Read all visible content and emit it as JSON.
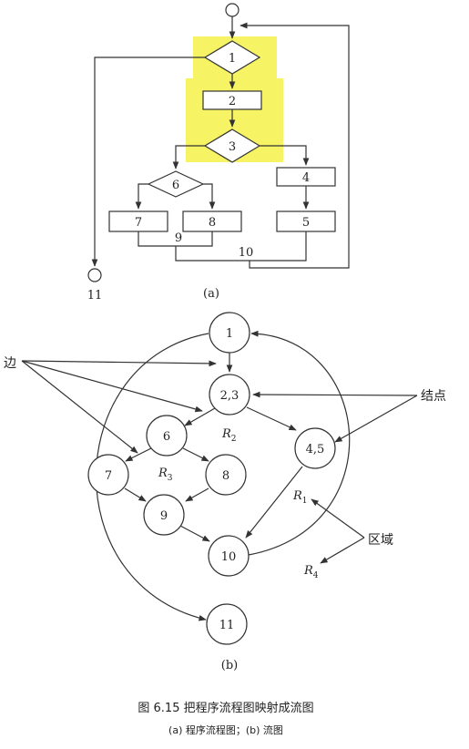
{
  "highlight_color": "#f5f24a",
  "flowchart": {
    "nodes": {
      "n1": "1",
      "n2": "2",
      "n3": "3",
      "n4": "4",
      "n5": "5",
      "n6": "6",
      "n7": "7",
      "n8": "8",
      "n9": "9",
      "n10": "10",
      "n11": "11"
    },
    "part_label": "(a)"
  },
  "flowgraph": {
    "nodes": {
      "g1": "1",
      "g23": "2,3",
      "g45": "4,5",
      "g6": "6",
      "g7": "7",
      "g8": "8",
      "g9": "9",
      "g10": "10",
      "g11": "11"
    },
    "regions": {
      "r1": "R",
      "r1_sub": "1",
      "r2": "R",
      "r2_sub": "2",
      "r3": "R",
      "r3_sub": "3",
      "r4": "R",
      "r4_sub": "4"
    },
    "annotations": {
      "edge": "边",
      "node": "结点",
      "region": "区域"
    },
    "part_label": "(b)"
  },
  "caption": {
    "title": "图 6.15   把程序流程图映射成流图",
    "subtitle": "(a) 程序流程图；(b) 流图"
  }
}
